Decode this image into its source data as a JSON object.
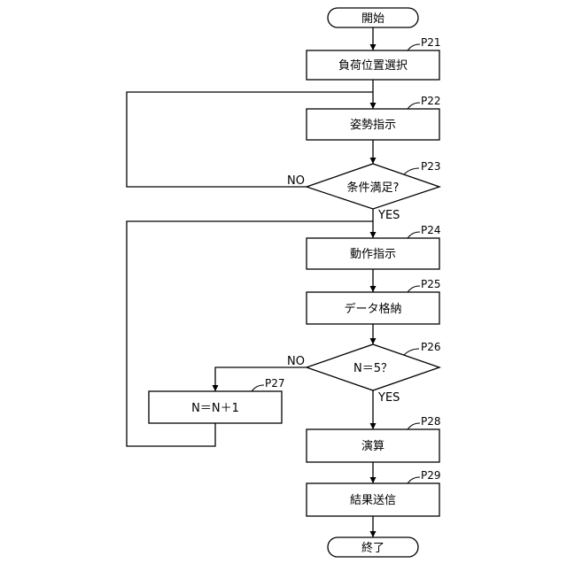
{
  "flowchart": {
    "start": {
      "label": "開始"
    },
    "end": {
      "label": "終了"
    },
    "steps": [
      {
        "id": "P21",
        "label": "負荷位置選択"
      },
      {
        "id": "P22",
        "label": "姿勢指示"
      },
      {
        "id": "P23",
        "label": "条件満足?"
      },
      {
        "id": "P24",
        "label": "動作指示"
      },
      {
        "id": "P25",
        "label": "データ格納"
      },
      {
        "id": "P26",
        "label": "N＝5？"
      },
      {
        "id": "P27",
        "label": "N＝N＋1"
      },
      {
        "id": "P28",
        "label": "演算"
      },
      {
        "id": "P29",
        "label": "結果送信"
      }
    ],
    "branch_labels": {
      "p23_no": "NO",
      "p23_yes": "YES",
      "p26_no": "NO",
      "p26_yes": "YES"
    }
  }
}
